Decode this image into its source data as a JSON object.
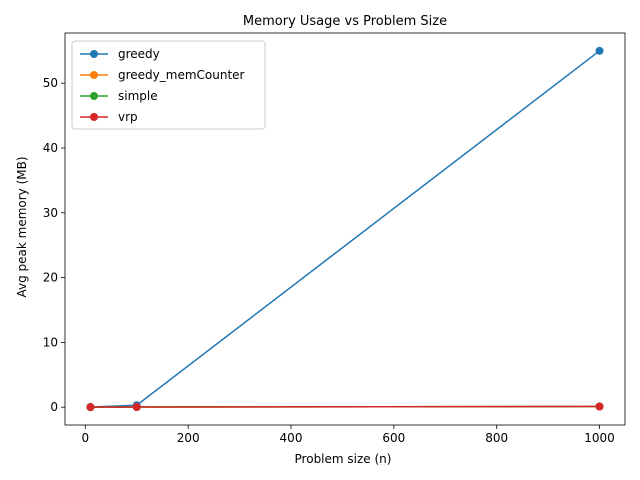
{
  "chart_data": {
    "type": "line",
    "title": "Memory Usage vs Problem Size",
    "xlabel": "Problem size (n)",
    "ylabel": "Avg peak memory (MB)",
    "x": [
      10,
      100,
      1000
    ],
    "xlim": [
      -39.5,
      1049.5
    ],
    "ylim": [
      -2.75,
      57.75
    ],
    "xticks": [
      0,
      200,
      400,
      600,
      800,
      1000
    ],
    "yticks": [
      0,
      10,
      20,
      30,
      40,
      50
    ],
    "grid": false,
    "legend_position": "top-left",
    "series": [
      {
        "name": "greedy",
        "color": "#1f77b4",
        "values": [
          0.02,
          0.3,
          55.0
        ]
      },
      {
        "name": "greedy_memCounter",
        "color": "#ff7f0e",
        "values": [
          0.01,
          0.02,
          0.12
        ]
      },
      {
        "name": "simple",
        "color": "#2ca02c",
        "values": [
          0.01,
          0.02,
          0.11
        ]
      },
      {
        "name": "vrp",
        "color": "#d62728",
        "values": [
          0.01,
          0.02,
          0.1
        ]
      }
    ]
  }
}
